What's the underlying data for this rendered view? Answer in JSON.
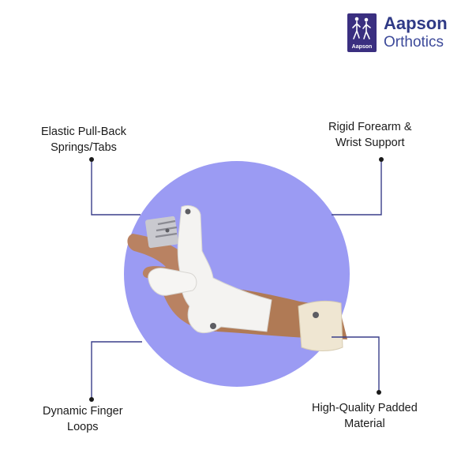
{
  "brand": {
    "name": "Aapson",
    "subtitle": "Orthotics",
    "mark_text": "Aapson",
    "mark_icon": "figures-logo-icon",
    "color_primary": "#2f3a86",
    "color_mark": "#3a2f80"
  },
  "labels": {
    "top_left": [
      "Elastic Pull-Back",
      "Springs/Tabs"
    ],
    "top_right": [
      "Rigid Forearm &",
      "Wrist Support"
    ],
    "bottom_left": [
      "Dynamic Finger",
      "Loops"
    ],
    "bottom_right": [
      "High-Quality Padded",
      "Material"
    ]
  },
  "colors": {
    "circle": "#9b9bf3",
    "leader_line": "#3a3f8a",
    "text": "#1a1a1a"
  }
}
